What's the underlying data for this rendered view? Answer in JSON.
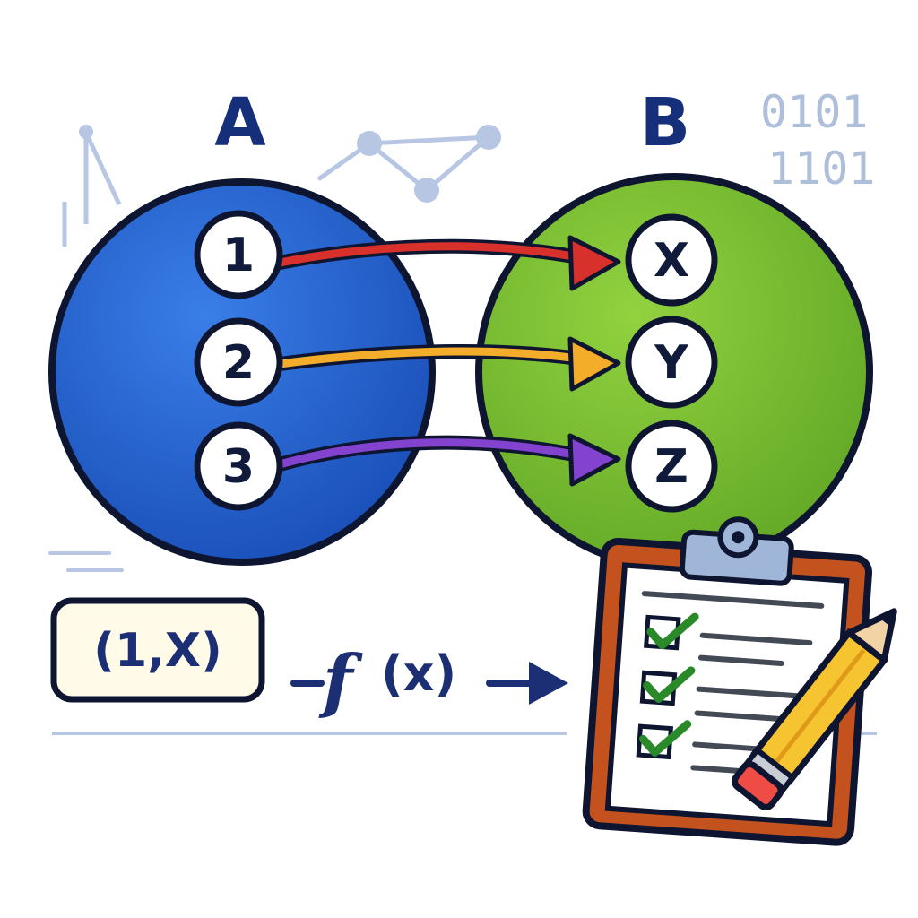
{
  "sets": {
    "domain": {
      "label": "A",
      "color": "#1f5ed1",
      "elements": [
        "1",
        "2",
        "3"
      ]
    },
    "codomain": {
      "label": "B",
      "color": "#7dc030",
      "elements": [
        "X",
        "Y",
        "Z"
      ]
    }
  },
  "mappings": [
    {
      "from": "1",
      "to": "X",
      "color": "#d8312c"
    },
    {
      "from": "2",
      "to": "Y",
      "color": "#f3ad2a"
    },
    {
      "from": "3",
      "to": "Z",
      "color": "#8443cf"
    }
  ],
  "binary_lines": [
    "0101",
    "1101"
  ],
  "ordered_pair": "(1,X)",
  "function_notation": {
    "f": "f",
    "arg": "(x)"
  },
  "clipboard": {
    "checklist_items": 3,
    "checked": [
      true,
      true,
      true
    ],
    "board_color": "#c4521f",
    "check_color": "#2a8a2a"
  },
  "pencil": {
    "body_color": "#f7c431",
    "eraser_color": "#ef4c45"
  }
}
